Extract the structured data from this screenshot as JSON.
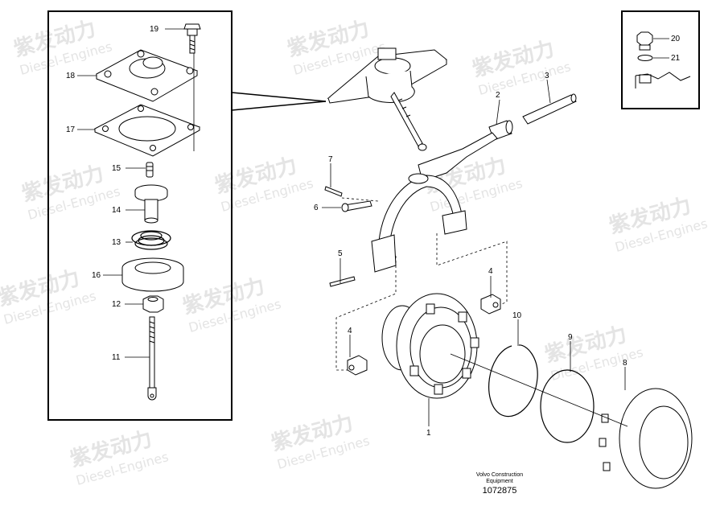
{
  "watermark": {
    "brand_cn": "紫发动力",
    "brand_en": "Diesel-Engines"
  },
  "caption": {
    "line1": "Volvo Construction",
    "line2": "Equipment",
    "number": "1072875"
  },
  "part_labels": {
    "p1": "1",
    "p2": "2",
    "p3": "3",
    "p4a": "4",
    "p4b": "4",
    "p5": "5",
    "p6": "6",
    "p7": "7",
    "p8": "8",
    "p9": "9",
    "p10": "10",
    "p11": "11",
    "p12": "12",
    "p13": "13",
    "p14": "14",
    "p15": "15",
    "p16": "16",
    "p17": "17",
    "p18": "18",
    "p19": "19",
    "p20": "20",
    "p21": "21"
  },
  "colors": {
    "line": "#000000",
    "watermark": "#e4e4e4"
  }
}
